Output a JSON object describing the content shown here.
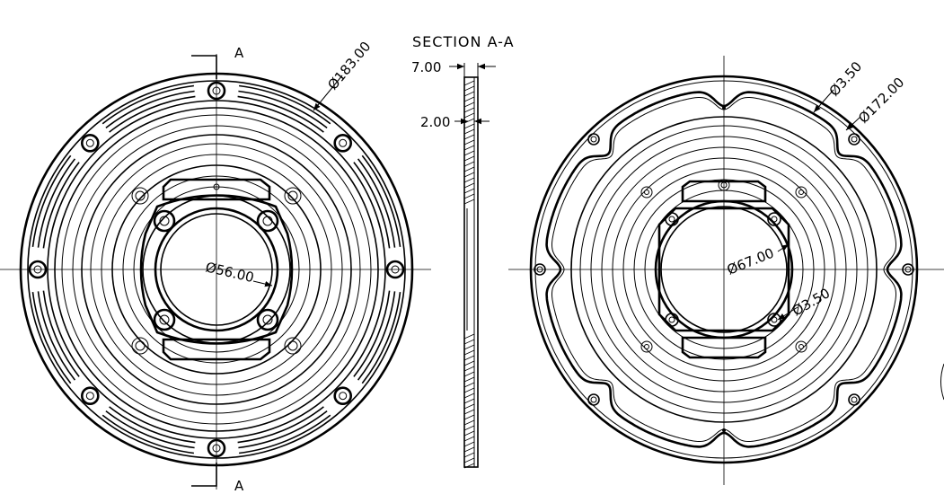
{
  "section_title": "SECTION A-A",
  "section_marker_top": "A",
  "section_marker_bottom": "A",
  "left_view": {
    "outer_diameter": "Ø183.00",
    "bore_diameter": "Ø56.00"
  },
  "section_view": {
    "thickness": "7.00",
    "step": "2.00"
  },
  "right_view": {
    "hole_top": "Ø3.50",
    "outer_diameter": "Ø172.00",
    "bore_diameter": "Ø67.00",
    "hole_inner": "Ø3.50"
  }
}
